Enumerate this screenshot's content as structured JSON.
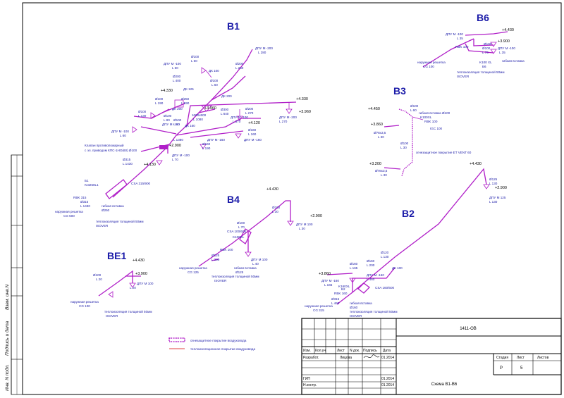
{
  "colors": {
    "duct": "#b01ec8",
    "label": "#1a1aa8",
    "frame": "#000000",
    "insulation": "#e04040"
  },
  "systems": {
    "b1": {
      "title": "B1",
      "labels": [
        "Ø100",
        "L 60",
        "ДПУ М -100",
        "L 60",
        "ДК 100",
        "Ø200",
        "L 400",
        "ДПУ М -200",
        "L 280",
        "Ø200",
        "L 260",
        "Ø100",
        "L 60",
        "ДК 125",
        "Ø250",
        "L 590",
        "ДК 200",
        "Ø100",
        "L 190",
        "ДК 200",
        "1000x600",
        "L 1080",
        "Ø300",
        "L 640",
        "Ø200",
        "L 270",
        "ДПУ М -200",
        "L 270",
        "ДПУ М -100",
        "L 370",
        "Ø100",
        "L 130",
        "ДПУ М -100",
        "L 60",
        "Ø100",
        "L 80",
        "Ø100",
        "L 60",
        "ДК 160",
        "ДПУ М -160",
        "L 1380",
        "Клапан противопожарный",
        "с эл. приводом КПС-1НО(60) Ø100",
        "ДПУ М -160",
        "Ø160",
        "L 190",
        "ДПУ М -160",
        "Ø160",
        "L 160",
        "ДПУ М -100",
        "L 70",
        "Ø315",
        "L 1430",
        "CSA 315/900",
        "Б1",
        "KI3250L1",
        "RBK 315",
        "Ø315",
        "L 1430",
        "гибкая вставка",
        "Ø250",
        "наружная решетка",
        "CG 500",
        "теплоизоляция толщиной 50мм",
        "ISOVER"
      ],
      "elevations": [
        "+4.330",
        "+3.960",
        "+4.330",
        "+3.960",
        "+4.120",
        "+2.900",
        "+4.130"
      ]
    },
    "b6": {
      "title": "B6",
      "labels": [
        "ДПУ М -100",
        "L 35",
        "Ø100",
        "L 75",
        "RBK 100",
        "ДПУ М -100",
        "L 35",
        "K100 XL",
        "гибкая вставка",
        "наружная решетка",
        "CG 100",
        "теплоизоляция толщиной 50мм",
        "ISOVER",
        "Ø100",
        "Б6"
      ],
      "elevations": [
        "+4.430",
        "+3.900"
      ]
    },
    "b3": {
      "title": "B3",
      "labels": [
        "Ø100",
        "L 60",
        "гибкая вставка Ø100",
        "K100XL",
        "RBK 100",
        "IGC 100",
        "Ø78x3,5",
        "L 30",
        "Ø100",
        "L 30",
        "огнезащитное покрытие ET VENT 60",
        "Ø78x3,5",
        "L 30"
      ],
      "elevations": [
        "+4.450",
        "+3.860",
        "+3.200"
      ]
    },
    "b4": {
      "title": "B4",
      "labels": [
        "Ø100",
        "L 30",
        "ДПУ М 100",
        "L 30",
        "Ø100",
        "L 70",
        "CSA 100/600",
        "K100XL",
        "RBK 100",
        "ДПУ М 100",
        "L 40",
        "Ø125",
        "L 200",
        "гибкая вставка",
        "Ø125",
        "наружная решетка",
        "CG 125",
        "теплоизоляция толщиной 50мм",
        "ISOVER"
      ],
      "elevations": [
        "+4.430",
        "+2.900"
      ]
    },
    "b2": {
      "title": "B2",
      "labels": [
        "Ø125",
        "L 130",
        "ДПУ М 125",
        "L 130",
        "Ø120",
        "L 130",
        "ДК 100",
        "Ø160",
        "L 200",
        "Ø160",
        "L 165",
        "ДПУ М -160",
        "L 460",
        "ДПУ М -160",
        "L 165",
        "K160XL",
        "RBK 160",
        "CSA 160/600",
        "Ø315",
        "L 460",
        "гибкая вставка",
        "Ø160",
        "наружная решетка",
        "CG 315",
        "теплоизоляция толщиной 50мм",
        "ISOVER",
        "Б2"
      ],
      "elevations": [
        "+4.430",
        "+2.900",
        "+3.860"
      ]
    },
    "be1": {
      "title": "BE1",
      "labels": [
        "Ø100",
        "L 20",
        "ДПУ М 100",
        "L 20",
        "наружная решетка",
        "CG 100",
        "теплоизоляция толщиной 50мм",
        "ISOVER"
      ],
      "elevations": [
        "+4.430",
        "+3.900"
      ]
    }
  },
  "legend": {
    "fire": "огнезащитное покрытие воздуховода",
    "insulation": "теплоизоляционное покрытие воздуховода"
  },
  "side_stamp": [
    "Инв. N подл.",
    "Подпись и дата",
    "Взам. инв.N"
  ],
  "title_block": {
    "doc_code": "1411-ОВ",
    "headers": [
      "Изм.",
      "Кол.уч",
      "Лист",
      "N док.",
      "Подпись",
      "Дата"
    ],
    "rows": [
      {
        "role": "Разработ.",
        "name": "Лицова",
        "date": "01.2014"
      },
      {
        "role": "ГИП",
        "name": "",
        "date": "01.2014"
      },
      {
        "role": "Н.контр.",
        "name": "",
        "date": "01.2014"
      }
    ],
    "stage_header": "Стадия",
    "sheet_header": "Лист",
    "sheets_header": "Листов",
    "stage": "Р",
    "sheet": "5",
    "sheets": "",
    "drawing_title": "Схема В1-В6"
  }
}
